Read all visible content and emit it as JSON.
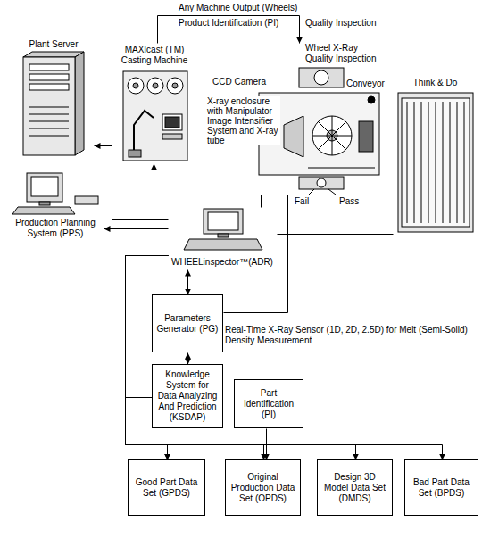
{
  "diagram": {
    "nodes": [
      {
        "text": [
          "Plant Server"
        ]
      },
      {
        "text": [
          "MAXIcast (TM) Casting Machine"
        ]
      },
      {
        "text": [
          "Wheel X-Ray Quality Inspection"
        ]
      },
      {
        "text": [
          "Think & Do"
        ]
      },
      {
        "text": [
          "Production Planning System (PPS)"
        ]
      },
      {
        "text": [
          "WHEELinspector™(ADR)"
        ]
      },
      {
        "text": [
          "Parameters Generator (PG)"
        ]
      },
      {
        "text": [
          "Knowledge System for Data Analyzing And Prediction (KSDAP)"
        ]
      },
      {
        "text": [
          "Part Identification (PI)"
        ]
      },
      {
        "text": [
          "Good Part Data Set (GPDS)"
        ]
      },
      {
        "text": [
          "Original Production Data Set (OPDS)"
        ]
      },
      {
        "text": [
          "Design 3D Model Data Set (DMDS)"
        ]
      },
      {
        "text": [
          "Bad Part Data Set (BPDS)"
        ]
      }
    ],
    "edges": [
      {
        "from": 1,
        "to": 2,
        "arrow": "to",
        "label": "Any Machine Output (Wheels)"
      },
      {
        "from": 5,
        "to": 1,
        "arrow": "to"
      },
      {
        "from": 5,
        "to": 0,
        "arrow": "to"
      },
      {
        "from": 5,
        "to": 4,
        "arrow": "to"
      },
      {
        "from": 5,
        "to": 2,
        "arrow": "none"
      },
      {
        "from": 5,
        "to": 3,
        "arrow": "none"
      },
      {
        "from": 5,
        "to": 6,
        "arrow": "both"
      },
      {
        "from": 6,
        "to": 7,
        "arrow": "both"
      },
      {
        "from": 6,
        "to": 2,
        "arrow": "none"
      },
      {
        "from": 5,
        "to": 9,
        "arrow": "to"
      },
      {
        "from": 5,
        "to": 10,
        "arrow": "to"
      },
      {
        "from": 5,
        "to": 11,
        "arrow": "to"
      },
      {
        "from": 5,
        "to": 12,
        "arrow": "to"
      },
      {
        "from": 7,
        "to": 9,
        "arrow": "to"
      },
      {
        "from": 8,
        "to": 10,
        "arrow": "to"
      }
    ],
    "labels": [
      "Product Identification (PI)",
      "Quality Inspection",
      "CCD Camera",
      "Conveyor",
      "X-ray enclosure with Manipulator Image Intensifier System and X-ray tube",
      "Fail",
      "Pass",
      "Real-Time X-Ray Sensor (1D, 2D, 2.5D) for Melt (Semi-Solid) Density Measurement"
    ]
  }
}
